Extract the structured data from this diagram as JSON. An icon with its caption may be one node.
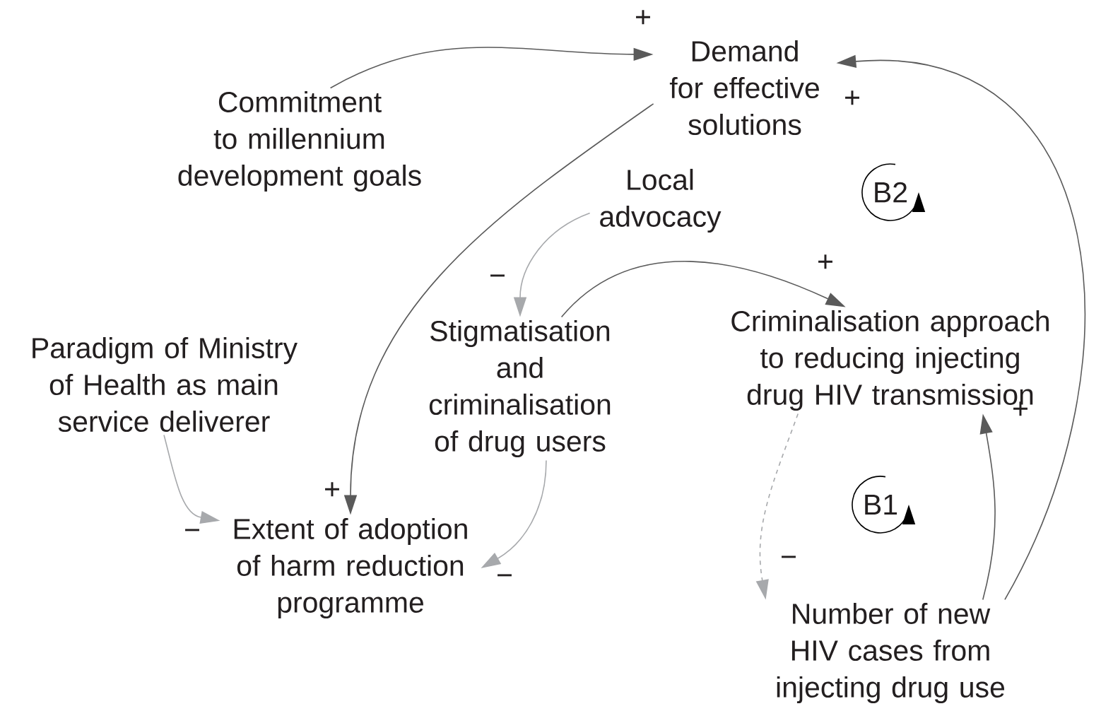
{
  "diagram": {
    "nodes": [
      {
        "text": [
          "Demand for effective solutions"
        ]
      },
      {
        "text": [
          "Commitment to millennium development goals"
        ]
      },
      {
        "text": [
          "Local advocacy"
        ]
      },
      {
        "text": [
          "Stigmatisation and criminalisation of drug users"
        ]
      },
      {
        "text": [
          "Paradigm of Ministry of Health as main service deliverer"
        ]
      },
      {
        "text": [
          "Criminalisation approach to reducing injecting drug HIV transmission"
        ]
      },
      {
        "text": [
          "Extent of adoption of harm reduction programme"
        ]
      },
      {
        "text": [
          "Number of new HIV cases from injecting drug use"
        ]
      }
    ],
    "edges": [
      {
        "from": 1,
        "to": 0,
        "arrow": "to",
        "label": "+"
      },
      {
        "from": 0,
        "to": 6,
        "arrow": "to",
        "label": "+"
      },
      {
        "from": 7,
        "to": 0,
        "arrow": "to",
        "label": "+"
      },
      {
        "from": 2,
        "to": 3,
        "arrow": "to",
        "label": "−",
        "color": "#a7a9ac"
      },
      {
        "from": 3,
        "to": 5,
        "arrow": "to",
        "label": "+"
      },
      {
        "from": 4,
        "to": 6,
        "arrow": "to",
        "label": "−",
        "color": "#a7a9ac"
      },
      {
        "from": 3,
        "to": 6,
        "arrow": "to",
        "label": "−",
        "color": "#a7a9ac"
      },
      {
        "from": 5,
        "to": 7,
        "arrow": "to",
        "label": "−",
        "style": "dashed",
        "color": "#a7a9ac"
      },
      {
        "from": 7,
        "to": 5,
        "arrow": "to",
        "label": "+"
      }
    ],
    "labels": [
      "B2",
      "B1"
    ]
  }
}
